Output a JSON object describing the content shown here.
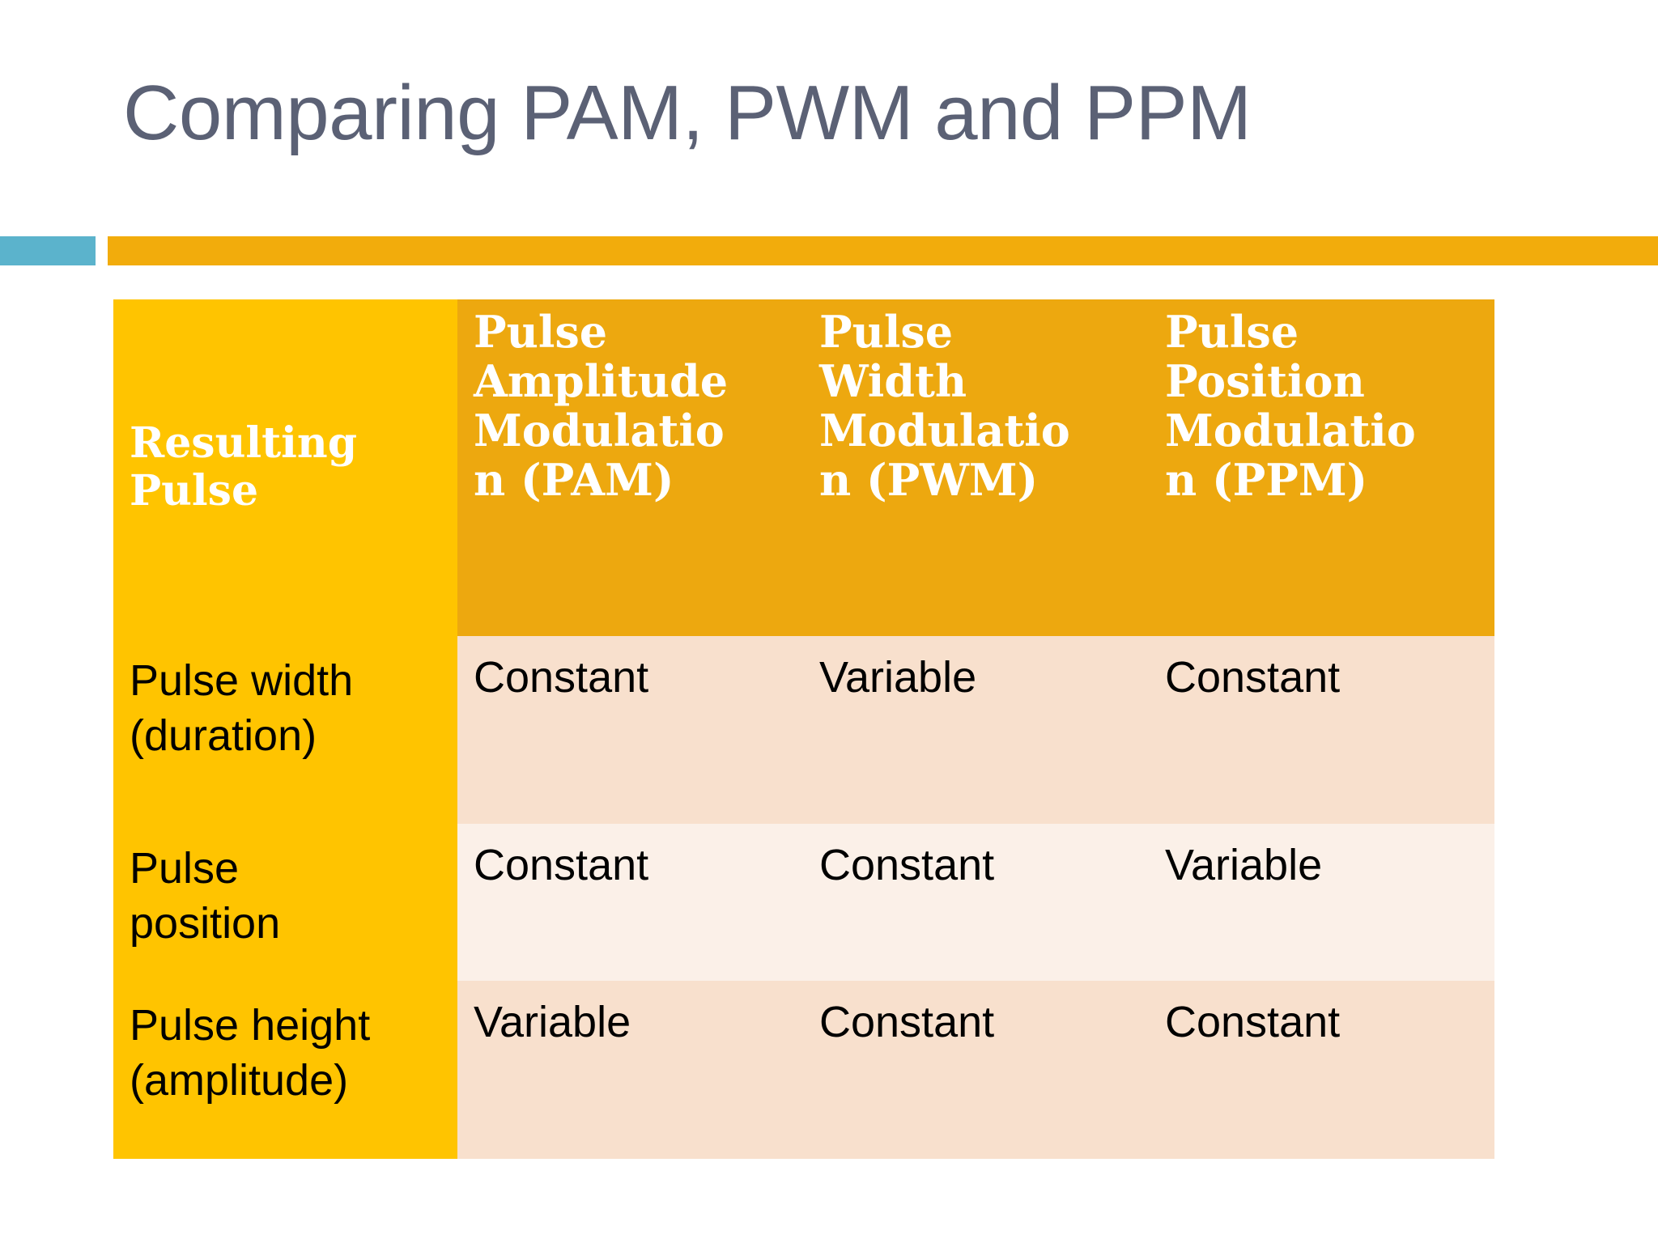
{
  "slide": {
    "title": "Comparing PAM, PWM and PPM"
  },
  "accents": {
    "teal_color": "#5BB3CC",
    "orange_color": "#F2AC0C"
  },
  "colors": {
    "title_text": "#5B6175",
    "header_label_bg": "#FFC400",
    "header_col_bg": "#EDA80F",
    "row_label_bg": "#FFC400",
    "band_dark": "#F8E0CD",
    "band_light": "#FBF0E8",
    "header_text": "#FFFFFF",
    "body_text": "#000000"
  },
  "table": {
    "headers": [
      {
        "id": "resulting-pulse",
        "lines": [
          "Resulting",
          "Pulse"
        ],
        "text": "Resulting Pulse"
      },
      {
        "id": "pam",
        "lines": [
          "Pulse",
          "Amplitude",
          "Modulatio",
          "n (PAM)"
        ],
        "text": "Pulse Amplitude Modulation (PAM)"
      },
      {
        "id": "pwm",
        "lines": [
          "Pulse",
          "Width",
          "Modulatio",
          "n (PWM)"
        ],
        "text": "Pulse Width Modulation (PWM)"
      },
      {
        "id": "ppm",
        "lines": [
          "Pulse",
          "Position",
          "Modulatio",
          "n (PPM)"
        ],
        "text": "Pulse Position Modulation (PPM)"
      }
    ],
    "rows": [
      {
        "label_lines": [
          "Pulse width",
          "(duration)"
        ],
        "label": "Pulse width (duration)",
        "values": [
          "Constant",
          "Variable",
          "Constant"
        ]
      },
      {
        "label_lines": [
          "Pulse",
          "position"
        ],
        "label": "Pulse position",
        "values": [
          "Constant",
          "Constant",
          "Variable"
        ]
      },
      {
        "label_lines": [
          "Pulse height",
          "(amplitude)"
        ],
        "label": "Pulse height (amplitude)",
        "values": [
          "Variable",
          "Constant",
          "Constant"
        ]
      }
    ]
  }
}
